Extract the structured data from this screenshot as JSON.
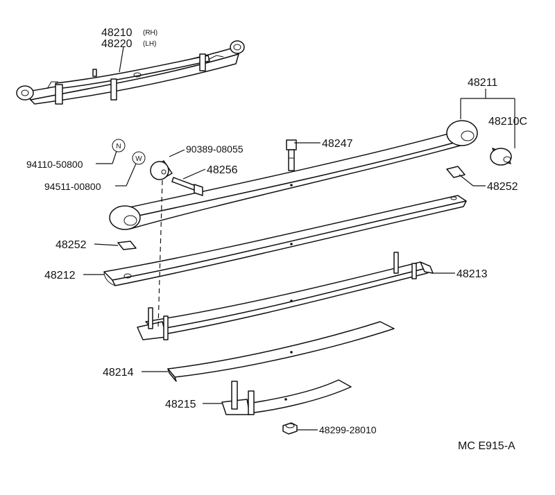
{
  "labels": {
    "spring_assy_rh": "48210",
    "spring_assy_rh_side": "(RH)",
    "spring_assy_lh": "48220",
    "spring_assy_lh_side": "(LH)",
    "main_leaf": "48211",
    "bushing": "48210C",
    "bolt": "48247",
    "bushing_small": "90389-08055",
    "bolt_long": "48256",
    "nut_n": "94110-50800",
    "washer_w": "94511-00800",
    "insert_upper": "48252",
    "insert_left": "48252",
    "leaf_no2": "48212",
    "leaf_no3": "48213",
    "leaf_no4": "48214",
    "leaf_no5": "48215",
    "nut_bottom": "48299-28010",
    "diagram_code": "MC  E915-A"
  },
  "symbols": {
    "nut_symbol": "N",
    "washer_symbol": "W"
  }
}
